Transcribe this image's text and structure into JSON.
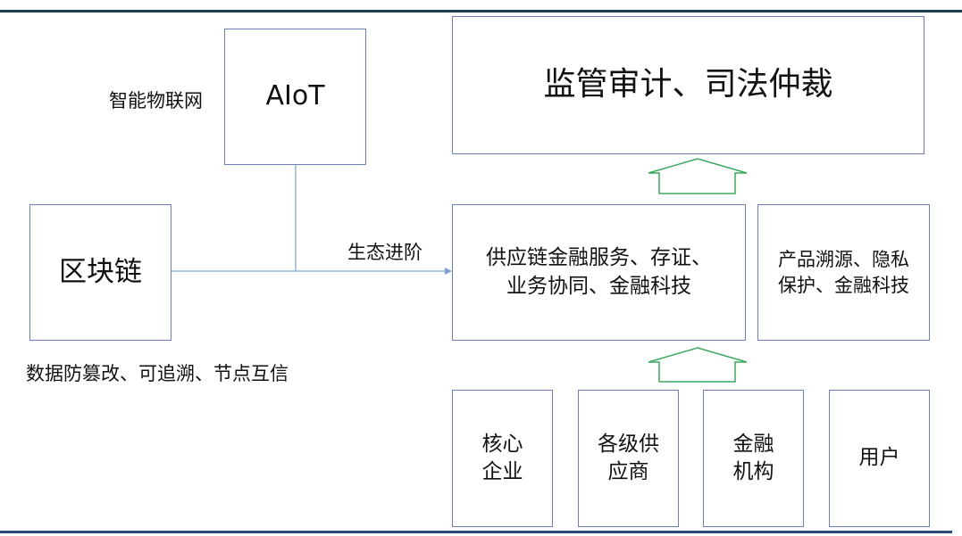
{
  "title": "监管审计、司法仲裁",
  "aiot": {
    "label": "AIoT",
    "caption": "智能物联网"
  },
  "blockchain": {
    "label": "区块链",
    "caption": "数据防篡改、可追溯、节点互信"
  },
  "connector_label": "生态进阶",
  "middle": {
    "main_line1": "供应链金融服务、存证、",
    "main_line2": "业务协同、金融科技",
    "side_line1": "产品溯源、隐私",
    "side_line2": "保护、金融科技"
  },
  "participants": [
    {
      "line1": "核心",
      "line2": "企业"
    },
    {
      "line1": "各级供",
      "line2": "应商"
    },
    {
      "line1": "金融",
      "line2": "机构"
    },
    {
      "line1": "用户",
      "line2": ""
    }
  ],
  "colors": {
    "box_border": "#6f7fb5",
    "arrow": "#3aa860",
    "connector": "#7fa3cf",
    "top_rule": "#1f3f4f",
    "bottom_rule": "#2b4a7c"
  }
}
